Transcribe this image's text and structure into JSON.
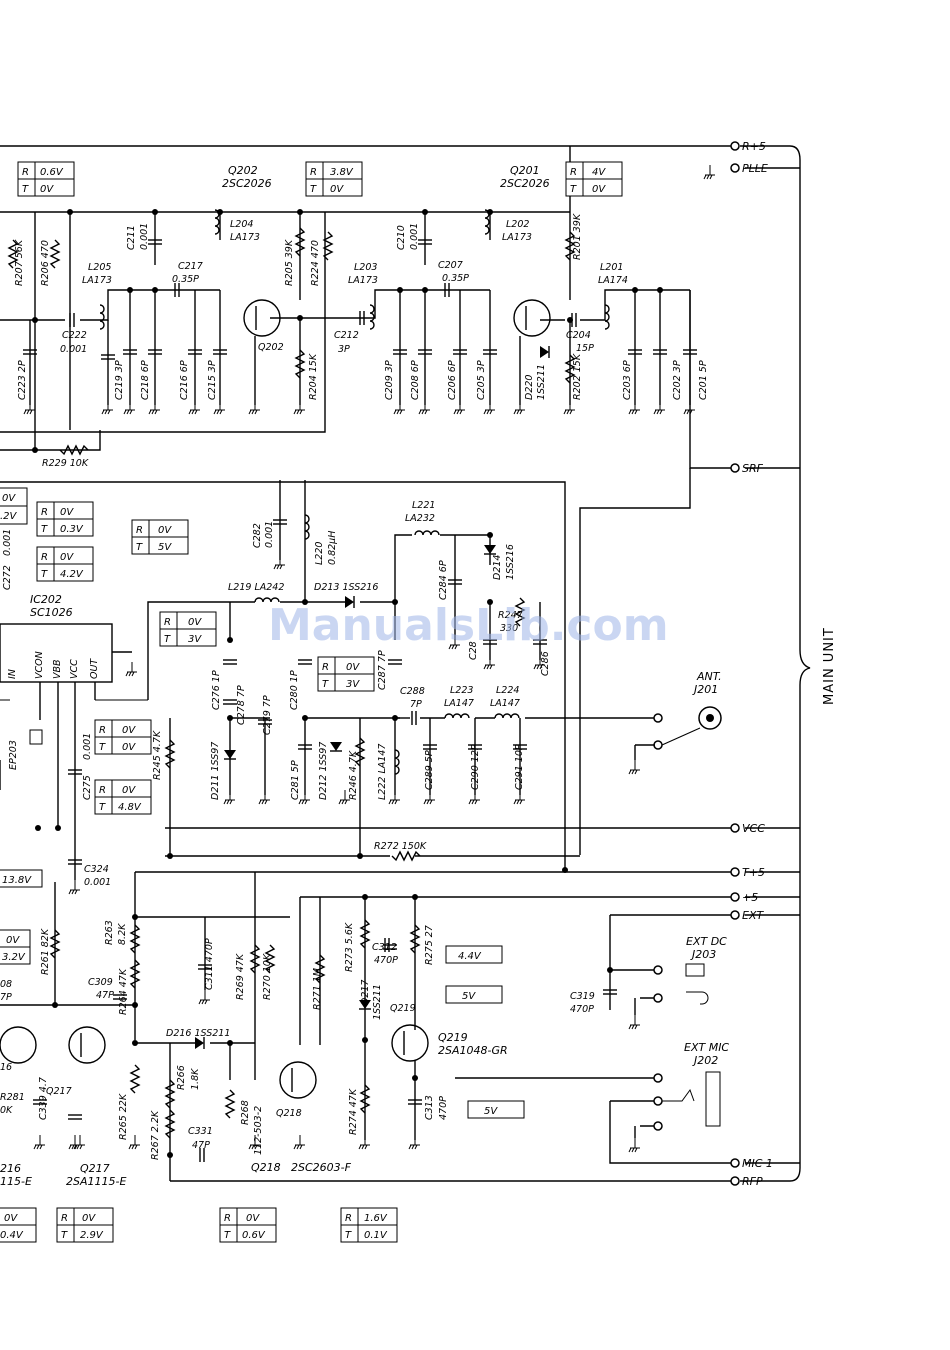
{
  "watermark": "ManualsLib.com",
  "connector": {
    "group_label": "MAIN UNIT",
    "terminals": [
      "R+5",
      "PLLE",
      "SRF",
      "VCC",
      "T+5",
      "+5",
      "EXT",
      "MIC 1",
      "RFP"
    ]
  },
  "jacks": {
    "ant": [
      "ANT.",
      "J201"
    ],
    "ext_dc": [
      "EXT DC",
      "J203"
    ],
    "ext_mic": [
      "EXT MIC",
      "J202"
    ]
  },
  "voltage_tables": [
    {
      "id": "q202",
      "rows": [
        [
          "R",
          "3.8V"
        ],
        [
          "T",
          "0V"
        ]
      ]
    },
    {
      "id": "q201",
      "rows": [
        [
          "R",
          "4V"
        ],
        [
          "T",
          "0V"
        ]
      ]
    },
    {
      "id": "r206",
      "rows": [
        [
          "R",
          "0.6V"
        ],
        [
          "T",
          "0V"
        ]
      ]
    },
    {
      "id": "srf",
      "rows": [
        [
          "R",
          "0V"
        ],
        [
          "T",
          "5V"
        ]
      ]
    },
    {
      "id": "ic1",
      "rows": [
        [
          "R",
          "0V"
        ],
        [
          "T",
          "0.3V"
        ]
      ]
    },
    {
      "id": "ic2",
      "rows": [
        [
          "R",
          "0V"
        ],
        [
          "T",
          "4.2V"
        ]
      ]
    },
    {
      "id": "d211",
      "rows": [
        [
          "R",
          "0V"
        ],
        [
          "T",
          "3V"
        ]
      ]
    },
    {
      "id": "d212",
      "rows": [
        [
          "R",
          "0V"
        ],
        [
          "T",
          "3V"
        ]
      ]
    },
    {
      "id": "ep203",
      "rows": [
        [
          "R",
          "0V"
        ],
        [
          "T",
          "0V"
        ]
      ]
    },
    {
      "id": "c275",
      "rows": [
        [
          "R",
          "0V"
        ],
        [
          "T",
          "4.8V"
        ]
      ]
    },
    {
      "id": "q217",
      "rows": [
        [
          "R",
          "0V"
        ],
        [
          "T",
          "2.9V"
        ]
      ]
    },
    {
      "id": "q218",
      "rows": [
        [
          "R",
          "0V"
        ],
        [
          "T",
          "0.6V"
        ]
      ]
    },
    {
      "id": "r271",
      "rows": [
        [
          "R",
          "1.6V"
        ],
        [
          "T",
          "0.1V"
        ]
      ]
    },
    {
      "id": "q216",
      "rows": [
        [
          "",
          "0V"
        ],
        [
          "",
          "0.4V"
        ]
      ]
    }
  ],
  "partial_tables": [
    {
      "id": "left1",
      "rows": [
        "0V",
        ".2V"
      ]
    },
    {
      "id": "left2",
      "rows": [
        "0V",
        "3.2V"
      ]
    }
  ],
  "single_values": {
    "d217_a": "4.4V",
    "d217_b": "5V",
    "c313": "5V",
    "left_13v": "13.8V"
  },
  "ic": {
    "ref": "IC202",
    "part": "SC1026",
    "pins": [
      "IN",
      "VCON",
      "VBB",
      "VCC",
      "OUT"
    ]
  },
  "transistors": {
    "q202": [
      "Q202",
      "2SC2026"
    ],
    "q201": [
      "Q201",
      "2SC2026"
    ],
    "q219": [
      "Q219",
      "2SA1048-GR"
    ],
    "q218": [
      "Q218",
      "2SC2603-F"
    ],
    "q217": [
      "Q217",
      "2SA1115-E"
    ],
    "q216": [
      "216",
      "115-E"
    ]
  },
  "labels": [
    "C211",
    "0.001",
    "C217",
    "0.35P",
    "L204",
    "LA173",
    "L205",
    "LA173",
    "R207 56K",
    "R206 470",
    "R205 39K",
    "R224 470",
    "C210",
    "0.001",
    "C207",
    "0.35P",
    "L203",
    "LA173",
    "L202",
    "LA173",
    "R201 39K",
    "L201",
    "LA174",
    "C222",
    "0.001",
    "C223 2P",
    "C219 3P",
    "C218 6P",
    "C216 6P",
    "C215 3P",
    "Q202",
    "R204 15K",
    "C212",
    "3P",
    "C209 3P",
    "C208 6P",
    "C206 6P",
    "C205 3P",
    "C204",
    "15P",
    "D220",
    "1SS211",
    "R202 15K",
    "C203 6P",
    "C202 3P",
    "C201 5P",
    "R229 10K",
    "C282",
    "0.001",
    "L220",
    "0.82μH",
    "L221",
    "LA232",
    "D214",
    "1SS216",
    "C284 6P",
    "R247",
    "330",
    "C286",
    "C28",
    "L219 LA242",
    "D213 1SS216",
    "C276 1P",
    "C278 7P",
    "C279 7P",
    "C280 1P",
    "C287 7P",
    "C288",
    "7P",
    "L223",
    "LA147",
    "L224",
    "LA147",
    "R245 4.7K",
    "D211 1SS97",
    "C281 5P",
    "D212 1SS97",
    "R246 4.7K",
    "L222 LA147",
    "C289 5P",
    "C290 12P",
    "C291 10P",
    "EP203",
    "C275",
    "0.001",
    "C272",
    "0.001",
    "R272 150K",
    "C324",
    "0.001",
    "R261 82K",
    "R263",
    "8.2K",
    "C311 470P",
    "R269 47K",
    "R270 10K",
    "R271 1M",
    "R273 5.6K",
    "R275 27",
    "C312",
    "470P",
    "C309",
    "47P",
    "R264 47K",
    "D216 1SS211",
    "D217",
    "1SS211",
    "Q219",
    "C319",
    "470P",
    "Q217",
    "R265 22K",
    "R266",
    "1.8K",
    "R267 2.2K",
    "C331",
    "47P",
    "R268",
    "112-503-2",
    "Q218",
    "R274 47K",
    "C313",
    "470P",
    "C339 4.7",
    "R281",
    "0K",
    "08",
    "7P",
    "16"
  ]
}
